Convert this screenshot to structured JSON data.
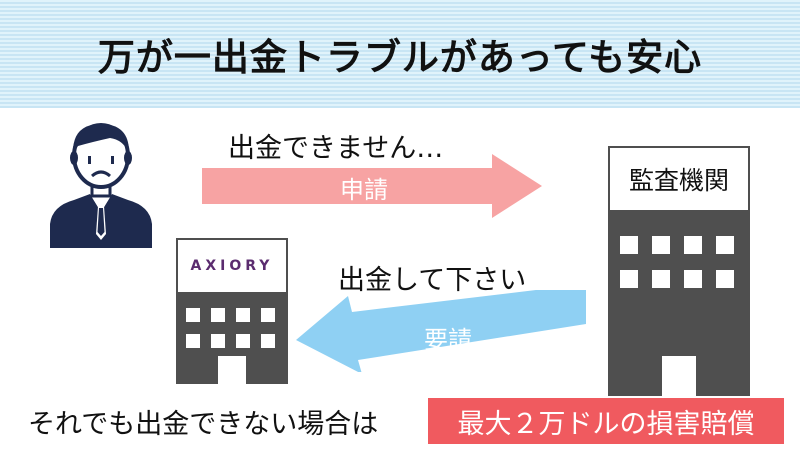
{
  "banner": {
    "title": "万が一出金トラブルがあっても安心"
  },
  "flow": {
    "request_caption": "出金できません…",
    "request_arrow_label": "申請",
    "response_caption": "出金して下さい",
    "response_arrow_label": "要請"
  },
  "agency": {
    "sign_label": "監査機関",
    "icon": "building-icon"
  },
  "broker": {
    "logo_text": "AXIORY",
    "icon": "building-icon"
  },
  "person": {
    "icon": "worried-person-icon"
  },
  "footer": {
    "text": "それでも出金できない場合は",
    "highlight": "最大２万ドルの損害賠償"
  },
  "colors": {
    "banner_bg": "#cfeaf7",
    "request_arrow": "#f7a3a3",
    "response_arrow": "#8fd0f3",
    "building": "#4f4f4f",
    "highlight_bg": "#f05a5f",
    "person_navy": "#1e2a4e",
    "broker_logo": "#5b2c6f"
  }
}
